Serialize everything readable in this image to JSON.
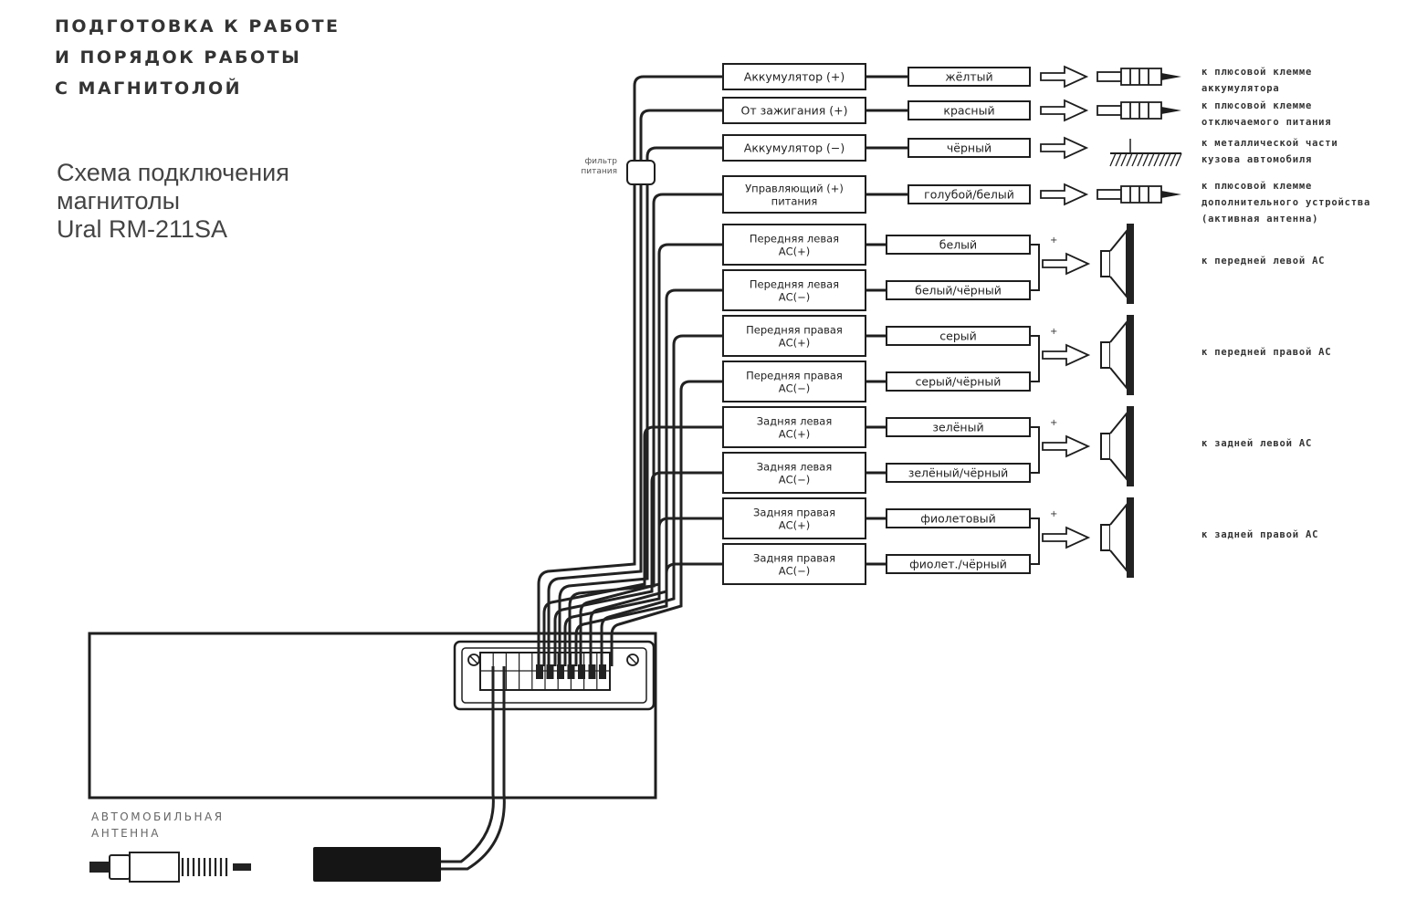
{
  "title_lines": [
    "ПОДГОТОВКА К РАБОТЕ",
    "И ПОРЯДОК РАБОТЫ",
    "С МАГНИТОЛОЙ"
  ],
  "subtitle_lines": [
    "Схема подключения",
    "магнитолы",
    "Ural RM-211SA"
  ],
  "fuse_label_lines": [
    "фильтр",
    "питания"
  ],
  "antenna_label_lines": [
    "АВТОМОБИЛЬНАЯ",
    "АНТЕННА"
  ],
  "power_rows": [
    {
      "function_lines": [
        "Аккумулятор (+)"
      ],
      "wire_color": "жёлтый",
      "target_lines": [
        "к плюсовой клемме",
        "аккумулятора"
      ],
      "end_type": "plug"
    },
    {
      "function_lines": [
        "От зажигания (+)"
      ],
      "wire_color": "красный",
      "target_lines": [
        "к плюсовой клемме",
        "отключаемого питания"
      ],
      "end_type": "plug"
    },
    {
      "function_lines": [
        "Аккумулятор (−)"
      ],
      "wire_color": "чёрный",
      "target_lines": [
        "к металлической части",
        "кузова автомобиля"
      ],
      "end_type": "ground"
    },
    {
      "function_lines": [
        "Управляющий (+)",
        "питания"
      ],
      "wire_color": "голубой/белый",
      "target_lines": [
        "к плюсовой клемме",
        "дополнительного устройства",
        "(активная антенна)"
      ],
      "end_type": "plug"
    }
  ],
  "speaker_groups": [
    {
      "target": "к передней левой АС",
      "rows": [
        {
          "function_lines": [
            "Передняя левая",
            "АС(+)"
          ],
          "wire_color": "белый"
        },
        {
          "function_lines": [
            "Передняя левая",
            "АС(−)"
          ],
          "wire_color": "белый/чёрный"
        }
      ]
    },
    {
      "target": "к передней правой АС",
      "rows": [
        {
          "function_lines": [
            "Передняя правая",
            "АС(+)"
          ],
          "wire_color": "серый"
        },
        {
          "function_lines": [
            "Передняя правая",
            "АС(−)"
          ],
          "wire_color": "серый/чёрный"
        }
      ]
    },
    {
      "target": "к задней левой АС",
      "rows": [
        {
          "function_lines": [
            "Задняя левая",
            "АС(+)"
          ],
          "wire_color": "зелёный"
        },
        {
          "function_lines": [
            "Задняя левая",
            "АС(−)"
          ],
          "wire_color": "зелёный/чёрный"
        }
      ]
    },
    {
      "target": "к задней правой АС",
      "rows": [
        {
          "function_lines": [
            "Задняя правая",
            "АС(+)"
          ],
          "wire_color": "фиолетовый"
        },
        {
          "function_lines": [
            "Задняя правая",
            "АС(−)"
          ],
          "wire_color": "фиолет./чёрный"
        }
      ]
    }
  ],
  "plus_sign": "+"
}
